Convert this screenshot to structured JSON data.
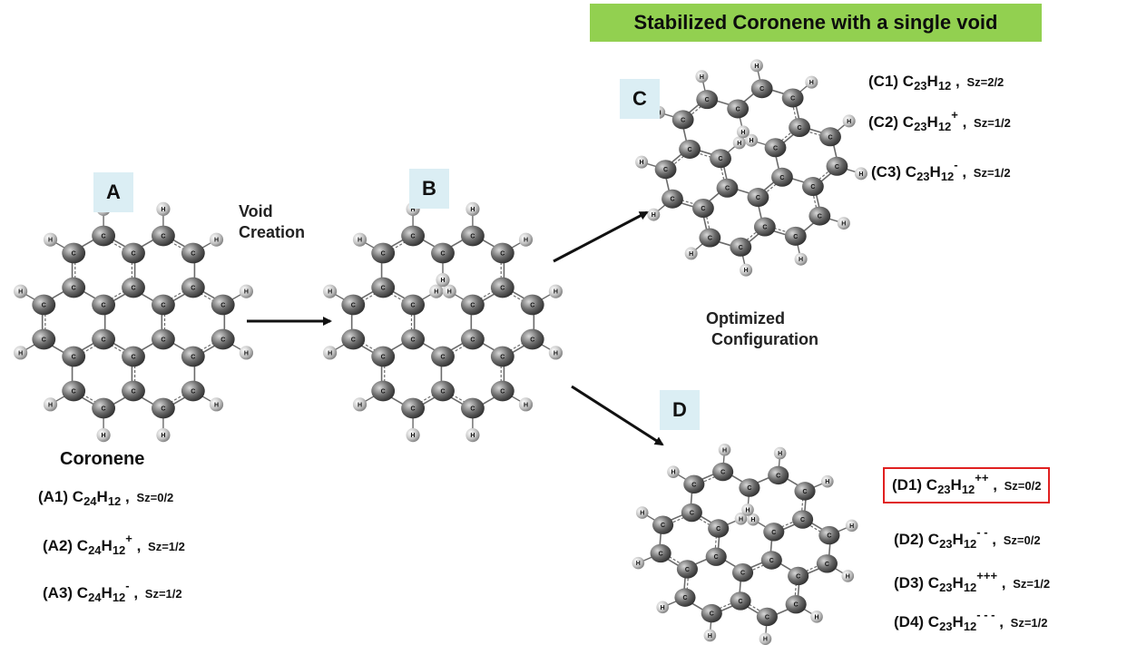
{
  "banner": "Stabilized Coronene with a single void",
  "tags": {
    "a": "A",
    "b": "B",
    "c": "C",
    "d": "D"
  },
  "steps": {
    "void_1": "Void",
    "void_2": "Creation",
    "opt_1": "Optimized",
    "opt_2": "Configuration"
  },
  "coronene_title": "Coronene",
  "atom_labels": {
    "carbon": "C",
    "hydrogen": "H"
  },
  "colors": {
    "banner": "#92d050",
    "tag_bg": "#dbeef4",
    "highlight_box": "#e02020",
    "carbon": "#5a5a5a",
    "hydrogen": "#c8c8c8",
    "bond": "#6a6a6a"
  },
  "formulas": {
    "a": [
      {
        "id": "(A1)",
        "c": "24",
        "h": "12",
        "charge": "",
        "sz": "Sz=0/2"
      },
      {
        "id": "(A2)",
        "c": "24",
        "h": "12",
        "charge": "+",
        "sz": "Sz=1/2"
      },
      {
        "id": "(A3)",
        "c": "24",
        "h": "12",
        "charge": "-",
        "sz": "Sz=1/2"
      }
    ],
    "c": [
      {
        "id": "(C1)",
        "c": "23",
        "h": "12",
        "charge": "",
        "sz": "Sz=2/2"
      },
      {
        "id": "(C2)",
        "c": "23",
        "h": "12",
        "charge": "+",
        "sz": "Sz=1/2"
      },
      {
        "id": "(C3)",
        "c": "23",
        "h": "12",
        "charge": "-",
        "sz": "Sz=1/2"
      }
    ],
    "d": [
      {
        "id": "(D1)",
        "c": "23",
        "h": "12",
        "charge": "++",
        "sz": "Sz=0/2"
      },
      {
        "id": "(D2)",
        "c": "23",
        "h": "12",
        "charge": "- -",
        "sz": "Sz=0/2"
      },
      {
        "id": "(D3)",
        "c": "23",
        "h": "12",
        "charge": "+++",
        "sz": "Sz=1/2"
      },
      {
        "id": "(D4)",
        "c": "23",
        "h": "12",
        "charge": "- - -",
        "sz": "Sz=1/2"
      }
    ]
  }
}
